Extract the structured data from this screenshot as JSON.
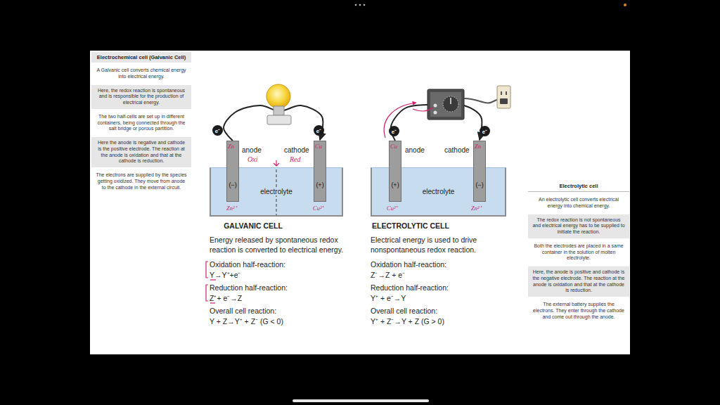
{
  "diagram": {
    "nodes": [
      {
        "text": [
          "Electrochemical cell (Galvanic Cell)"
        ]
      },
      {
        "text": [
          "A Galvanic cell converts chemical energy into electrical energy."
        ]
      },
      {
        "text": [
          "Here, the redox reaction is spontaneous and is responsible for the production of electrical energy."
        ]
      },
      {
        "text": [
          "The two half-cells are set up in different containers, being connected through the salt bridge or porous partition."
        ]
      },
      {
        "text": [
          "Here the anode is negative and cathode is the positive electrode. The reaction at the anode is oxidation and that at the cathode is reduction."
        ]
      },
      {
        "text": [
          "The electrons are supplied by the species getting oxidized. They move from anode to the cathode in the external circuit."
        ]
      },
      {
        "text": [
          "electrolyte"
        ]
      },
      {
        "text": [
          "(−)"
        ]
      },
      {
        "text": [
          "(+)"
        ]
      },
      {
        "text": [
          "electrolyte"
        ]
      },
      {
        "text": [
          "(+)"
        ]
      },
      {
        "text": [
          "(−)"
        ]
      },
      {
        "text": [
          "Electrolytic cell"
        ]
      },
      {
        "text": [
          "An electrolytic cell converts electrical energy into chemical energy."
        ]
      },
      {
        "text": [
          "The redox reaction is not spontaneous and electrical energy has to be supplied to initiate the reaction."
        ]
      },
      {
        "text": [
          "Both the electrodes are placed in a same container in the solution of molten electrolyte."
        ]
      },
      {
        "text": [
          "Here, the anode is positive and cathode is the negative electrode. The reaction at the anode is oxidation and that at the cathode is reduction."
        ]
      },
      {
        "text": [
          "The external battery supplies the electrons. They enter through the cathode and come out through the anode."
        ]
      }
    ],
    "edges": [
      {
        "from": 7,
        "to": 8,
        "arrow": "to"
      },
      {
        "from": 10,
        "to": 11,
        "arrow": "to"
      }
    ],
    "labels": [
      "anode",
      "cathode",
      "Oxi",
      "Red",
      "Zn",
      "Cu",
      "Zn²⁺",
      "Cu²⁺",
      "e⁻",
      "e⁻",
      "GALVANIC CELL",
      "Energy released by spontaneous redox reaction is converted to electrical energy.",
      "Oxidation half-reaction:",
      "Y→Y⁺+e⁻",
      "Reduction half-reaction:",
      "Z⁺+ e⁻→Z",
      "Overall cell reaction:",
      "Y + Z→Y⁺ + Z⁻ (G < 0)",
      "anode",
      "cathode",
      "Cu",
      "Zn",
      "Cu²⁺",
      "Zn²⁺",
      "e⁻",
      "e⁻",
      "ELECTROLYTIC CELL",
      "Electrical energy is used to drive nonspontaneous redox reaction.",
      "Oxidation half-reaction:",
      "Z⁻→Z + e⁻",
      "Reduction half-reaction:",
      "Y⁺ + e⁻→Y",
      "Overall cell reaction:",
      "Y⁺ + Z⁻→Y + Z (G > 0)"
    ]
  }
}
